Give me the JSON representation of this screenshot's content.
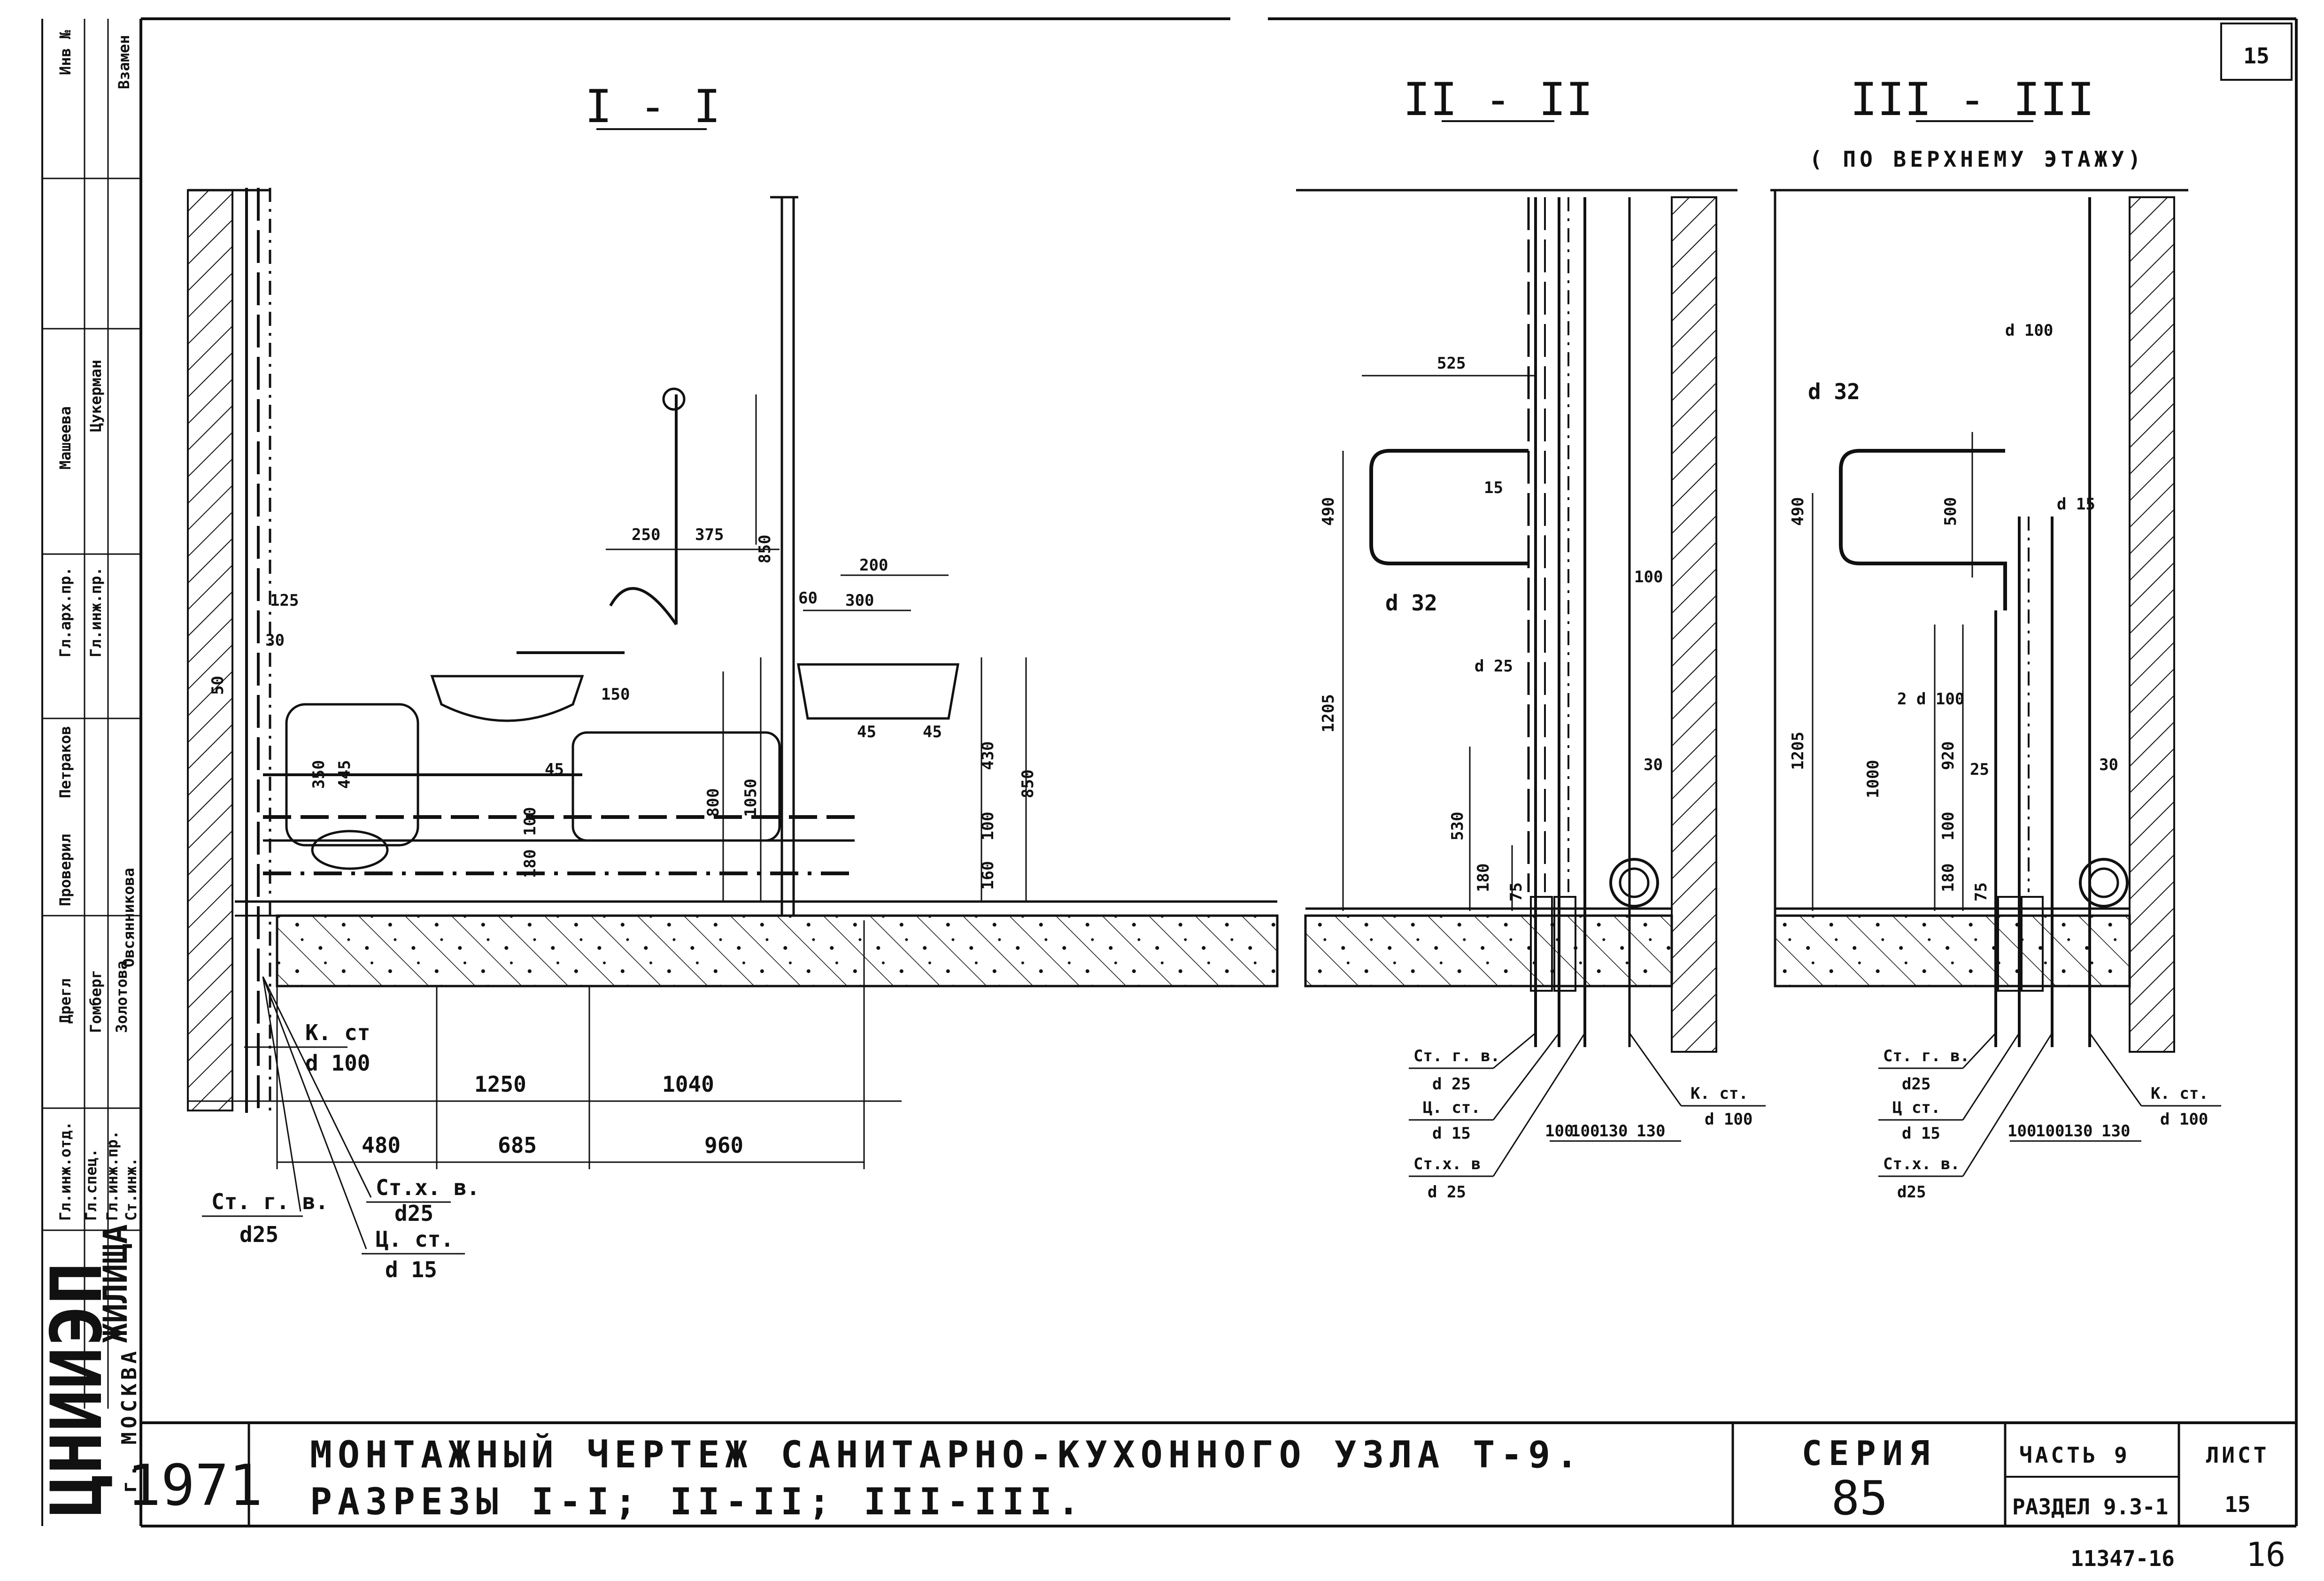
{
  "sheet": {
    "sheet_number_top": "15",
    "stamp_bottom_left": "11347-16",
    "stamp_bottom_right": "16"
  },
  "sections": {
    "s1": {
      "title": "I - I"
    },
    "s2": {
      "title": "II - II"
    },
    "s3": {
      "title": "III - III",
      "subtitle": "( ПО ВЕРХНЕМУ ЭТАЖУ)"
    }
  },
  "section1": {
    "dims": [
      "250",
      "375",
      "850",
      "200",
      "60",
      "300",
      "125",
      "30",
      "50",
      "150",
      "45",
      "45",
      "350",
      "445",
      "100",
      "180",
      "800",
      "1050",
      "430",
      "850",
      "100",
      "160",
      "45"
    ],
    "bottom_dims": {
      "d1250": "1250",
      "d1040": "1040",
      "d480": "480",
      "d685": "685",
      "d960": "960"
    },
    "labels": {
      "kst": "К. ст",
      "kst_d": "d 100",
      "stgv": "Ст. г. в.",
      "stgv_d": "d25",
      "stxv": "Ст.х. в.",
      "stxv_d": "d25",
      "cst": "Ц. ст.",
      "cst_d": "d 15"
    }
  },
  "section2": {
    "dims": [
      "525",
      "490",
      "1205",
      "530",
      "180",
      "75",
      "30"
    ],
    "pipe_labels": [
      "15",
      "d 32",
      "d 25",
      "100"
    ],
    "bottom_dims": [
      "100",
      "100",
      "130",
      "130"
    ],
    "labels": {
      "stgv": "Ст. г. в.",
      "stgv_d": "d 25",
      "cst": "Ц. ст.",
      "cst_d": "d 15",
      "stxv": "Ст.х. в",
      "stxv_d": "d 25",
      "kst": "К. ст.",
      "kst_d": "d 100"
    }
  },
  "section3": {
    "dims": [
      "490",
      "500",
      "1205",
      "1000",
      "920",
      "25",
      "100",
      "180",
      "75",
      "30"
    ],
    "pipe_labels": [
      "d 32",
      "d 100",
      "d 15",
      "2 d 100"
    ],
    "bottom_dims": [
      "100",
      "100",
      "130",
      "130"
    ],
    "labels": {
      "stgv": "Ст. г. в.",
      "stgv_d": "d25",
      "cst": "Ц ст.",
      "cst_d": "d 15",
      "stxv": "Ст.х. в.",
      "stxv_d": "d25",
      "kst": "К. ст.",
      "kst_d": "d 100"
    }
  },
  "left_strip": {
    "org_big": "ЦНИИЭП",
    "org_word": "ЖИЛИЩА",
    "org_city": "г. МОСКВА",
    "roles": [
      "Инв №",
      "Взамен",
      "Машеева",
      "Цукерман",
      "Гл.арх.пр.",
      "Гл.инж.пр.",
      "Петраков",
      "Проверил",
      "Дрегл",
      "Гомберг",
      "Золотова",
      "Овсянникова",
      "Гл.инж.отд.",
      "Гл.спец.",
      "Гл.инж.пр.",
      "Ст.инж."
    ]
  },
  "title_block": {
    "year": "1971",
    "title_line1": "МОНТАЖНЫЙ  ЧЕРТЕЖ  САНИТАРНО-КУХОННОГО  УЗЛА  Т-9.",
    "title_line2": "РАЗРЕЗЫ   I-I;  II-II;   III-III.",
    "series_label": "СЕРИЯ",
    "series_value": "85",
    "part": "ЧАСТЬ  9",
    "section": "РАЗДЕЛ 9.3-1",
    "sheet_label": "ЛИСТ",
    "sheet_value": "15"
  }
}
